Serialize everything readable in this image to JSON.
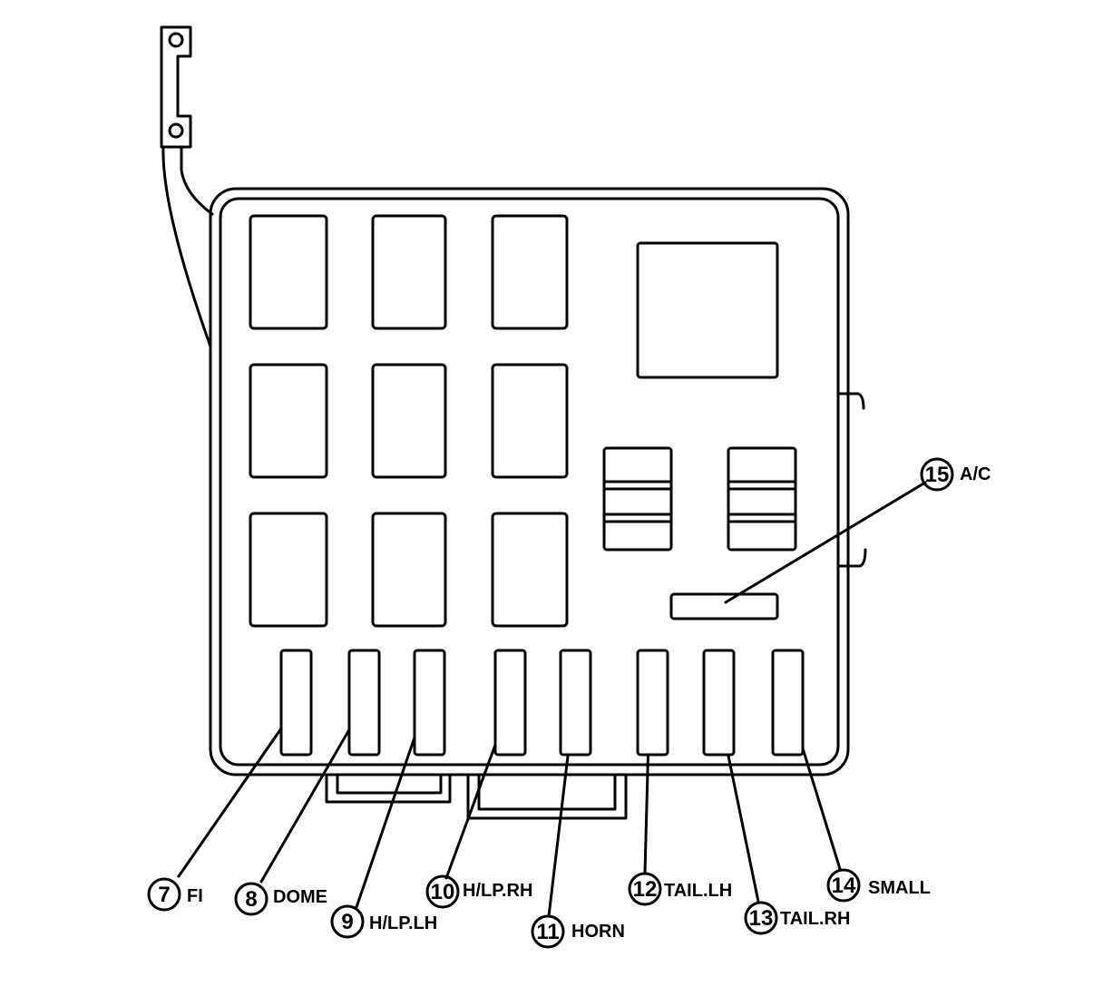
{
  "callouts": [
    {
      "id": "7",
      "label": "FI"
    },
    {
      "id": "8",
      "label": "DOME"
    },
    {
      "id": "9",
      "label": "H/LP.LH"
    },
    {
      "id": "10",
      "label": "H/LP.RH"
    },
    {
      "id": "11",
      "label": "HORN"
    },
    {
      "id": "12",
      "label": "TAIL.LH"
    },
    {
      "id": "13",
      "label": "TAIL.RH"
    },
    {
      "id": "14",
      "label": "SMALL"
    },
    {
      "id": "15",
      "label": "A/C"
    }
  ]
}
